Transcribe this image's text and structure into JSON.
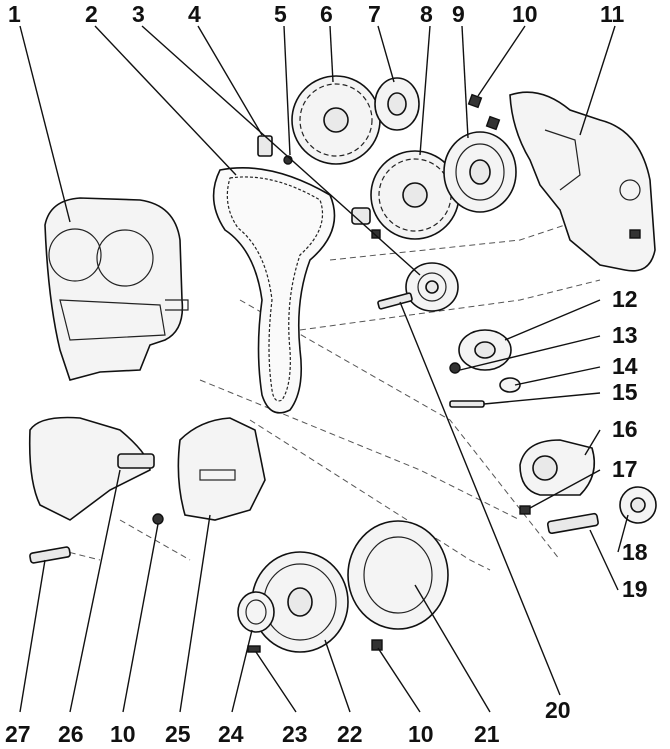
{
  "callouts": {
    "c1": "1",
    "c2": "2",
    "c3": "3",
    "c4": "4",
    "c5": "5",
    "c6": "6",
    "c7": "7",
    "c8": "8",
    "c9": "9",
    "c10": "10",
    "c11": "11",
    "c12": "12",
    "c13": "13",
    "c14": "14",
    "c15": "15",
    "c16": "16",
    "c17": "17",
    "c18": "18",
    "c19": "19",
    "c20": "20",
    "c21": "21",
    "c22": "22",
    "c23": "23",
    "c24": "24",
    "c25": "25",
    "c26": "26",
    "c27": "27",
    "c10b": "10",
    "c10c": "10"
  }
}
